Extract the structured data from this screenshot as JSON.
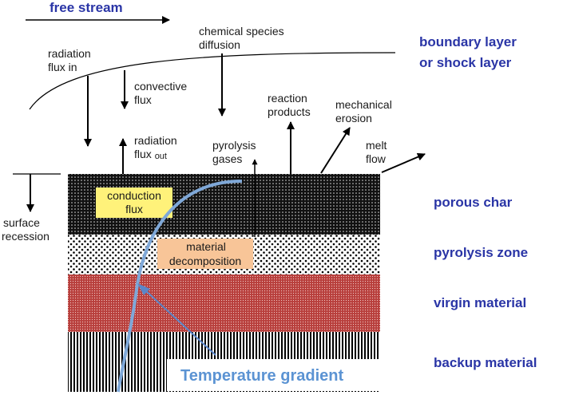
{
  "free_stream": "free stream",
  "chemical_species": {
    "line1": "chemical species",
    "line2": "diffusion"
  },
  "radiation_in": {
    "line1": "radiation",
    "line2": "flux in"
  },
  "convective": {
    "line1": "convective",
    "line2": "flux"
  },
  "radiation_out": {
    "line1": "radiation",
    "line2": "flux",
    "suffix": "out"
  },
  "pyrolysis_gases": {
    "line1": "pyrolysis",
    "line2": "gases"
  },
  "reaction_products": {
    "line1": "reaction",
    "line2": "products"
  },
  "mechanical_erosion": {
    "line1": "mechanical",
    "line2": "erosion"
  },
  "melt_flow": {
    "line1": "melt",
    "line2": "flow"
  },
  "surface_recession": {
    "line1": "surface",
    "line2": "recession"
  },
  "conduction_flux": {
    "line1": "conduction",
    "line2": "flux"
  },
  "material_decomposition": {
    "line1": "material",
    "line2": "decomposition"
  },
  "temperature_gradient": "Temperature gradient",
  "layers": {
    "boundary_line1": "boundary layer",
    "boundary_line2": "or shock layer",
    "porous_char": "porous char",
    "pyrolysis_zone": "pyrolysis zone",
    "virgin_material": "virgin material",
    "backup_material": "backup material"
  },
  "colors": {
    "label_blue": "#2a35a6",
    "gradient_blue": "#7fa8d8",
    "conduction_box": "#fff27a",
    "decomposition_box": "#f8c598",
    "virgin_fill": "#c0504d",
    "char_fill": "#151515"
  }
}
